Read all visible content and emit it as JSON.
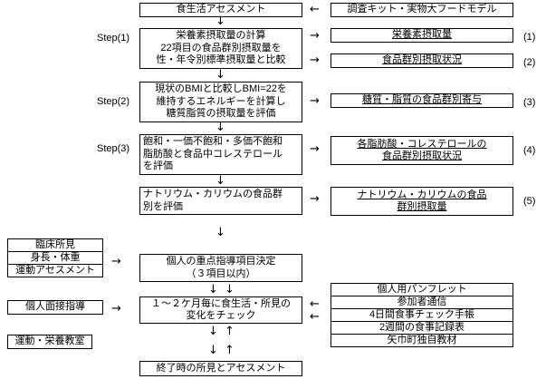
{
  "glyphs": {
    "left": "←",
    "right": "→",
    "down": "↓",
    "up": "↑"
  },
  "top": {
    "assessment": "食生活アセスメント",
    "survey_kit": "調査キット・実物大フードモデル"
  },
  "steps": {
    "step1": {
      "label": "Step(1)",
      "lines": [
        "栄養素摂取量の計算",
        "22項目の食品群別摂取量を",
        "性・年令別標準摂取量と比較"
      ],
      "outputs": [
        {
          "text": "栄養素摂取量",
          "num": "(1)"
        },
        {
          "text": "食品群別摂取状況",
          "num": "(2)"
        }
      ]
    },
    "step2": {
      "label": "Step(2)",
      "lines": [
        "現状のBMIと比較しBMI=22を",
        "維持するエネルギーを計算し",
        "糖質脂質の摂取量を評価"
      ],
      "output": {
        "line1": "糖質・脂質の食品群別寄与",
        "num": "(3)"
      }
    },
    "step3": {
      "label": "Step(3)",
      "lines": [
        "飽和・一価不飽和・多価不飽和",
        "脂肪酸と食品中コレステロール",
        "を評価"
      ],
      "output": {
        "line1": "各脂肪酸・コレステロールの",
        "line2": "食品群別摂取状況",
        "num": "(4)"
      }
    },
    "sodium": {
      "lines": [
        "ナトリウム・カリウムの食品群",
        "別を評価"
      ],
      "output": {
        "line1": "ナトリウム・カリウムの食品",
        "line2": "群別摂取量",
        "num": "(5)"
      }
    }
  },
  "middle": {
    "inputs": [
      "臨床所見",
      "身長・体重",
      "運動アセスメント"
    ],
    "decision": [
      "個人の重点指導項目決定",
      "（３項目以内）"
    ],
    "interview": "個人面接指導",
    "check": [
      "１～２ケ月毎に食生活・所見の",
      "変化をチェック"
    ],
    "materials": [
      "個人用パンフレット",
      "参加者通信",
      "4日間食事チェック手帳",
      "2週間の食事記録表",
      "矢巾町独自教材"
    ],
    "exercise_class": "運動・栄養教室",
    "final": "終了時の所見とアセスメント"
  }
}
